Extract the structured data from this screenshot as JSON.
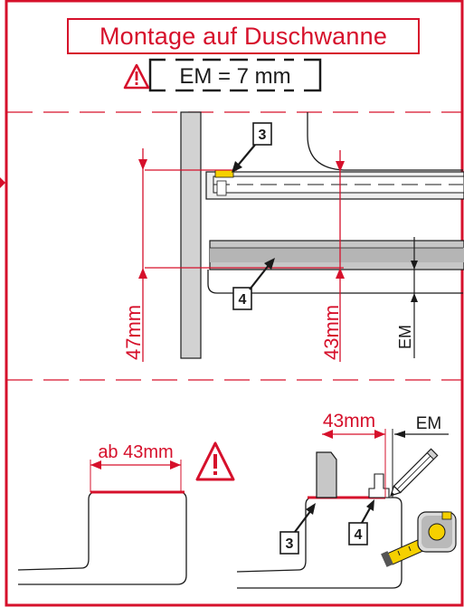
{
  "title": "Montage auf Duschwanne",
  "note_em": "EM = 7 mm",
  "labels": {
    "part_3": "3",
    "part_4": "4",
    "dim_47": "47mm",
    "dim_43": "43mm",
    "em": "EM",
    "ab_43": "ab 43mm",
    "top_43": "43mm",
    "em_bottom": "EM"
  },
  "colors": {
    "accent": "#d6102b",
    "line": "#1a1a1a",
    "grey": "#bdbdbd",
    "wall": "#d2d2d2",
    "yellow": "#f5d000"
  },
  "icons": [
    "warning-icon",
    "pencil-icon",
    "tape-measure-icon",
    "arrow-icon"
  ]
}
